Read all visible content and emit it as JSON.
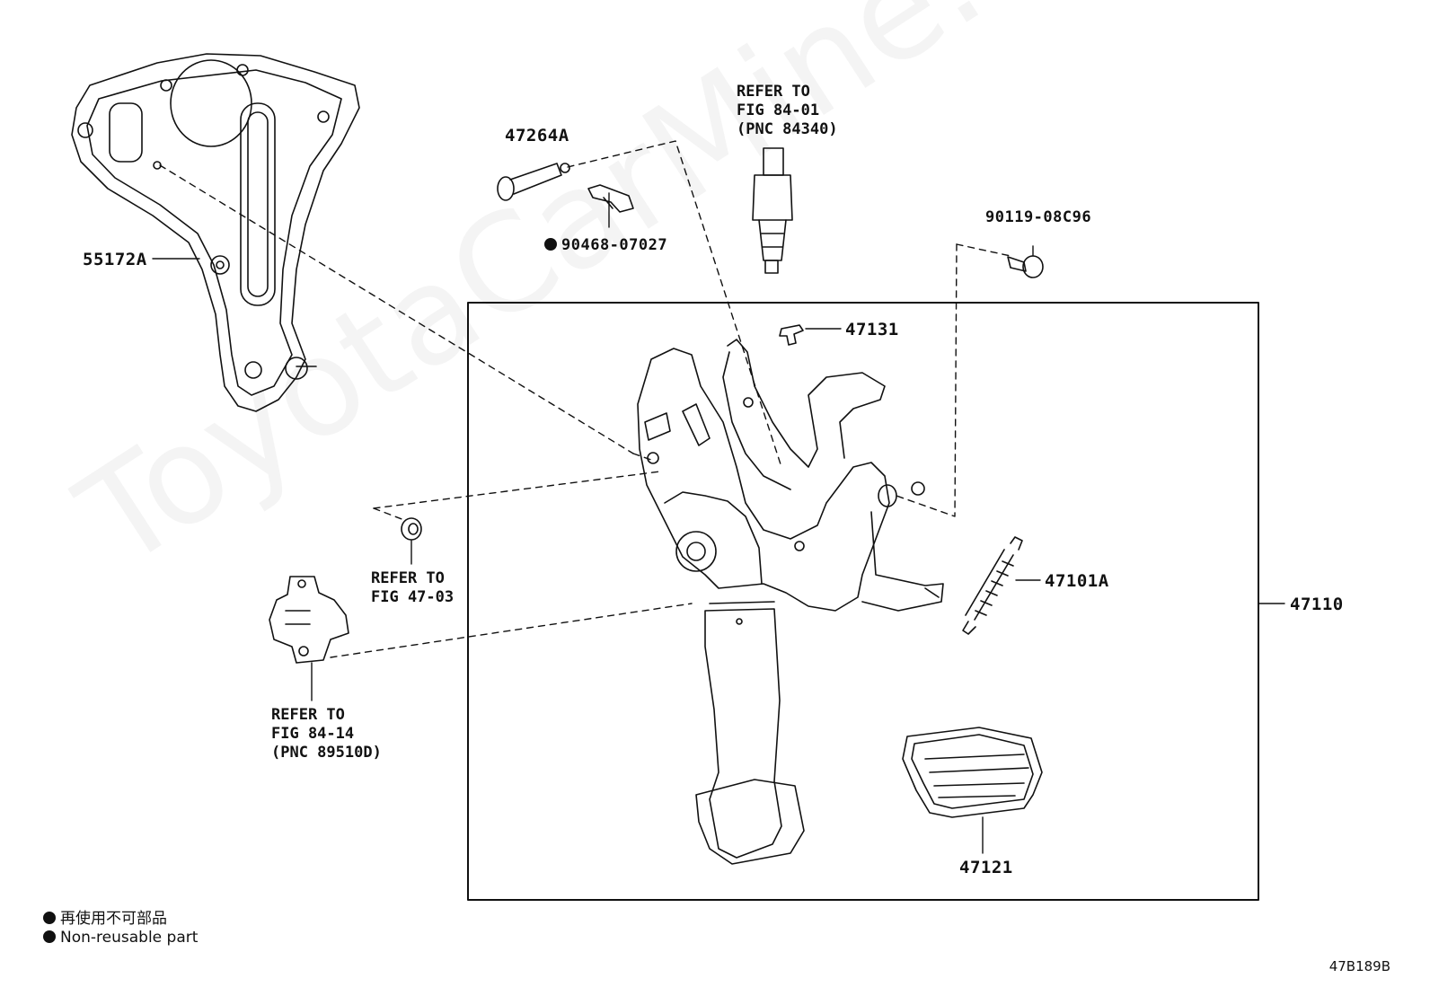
{
  "watermark": "ToyotaCarMine.ru",
  "parts": {
    "p55172a": "55172A",
    "p47264a": "47264A",
    "p90468": "90468-07027",
    "p90119": "90119-08C96",
    "p47131": "47131",
    "p47101a": "47101A",
    "p47110": "47110",
    "p47121": "47121"
  },
  "references": {
    "ref_84_01": "REFER TO\nFIG 84-01\n(PNC 84340)",
    "ref_47_03": "REFER TO\nFIG 47-03",
    "ref_84_14": "REFER TO\nFIG 84-14\n(PNC 89510D)"
  },
  "legend": {
    "line1": "再使用不可部品",
    "line2": "Non-reusable part"
  },
  "diagram_code": "47B189B",
  "colors": {
    "ink": "#111111",
    "watermark": "#e6e6e6"
  }
}
